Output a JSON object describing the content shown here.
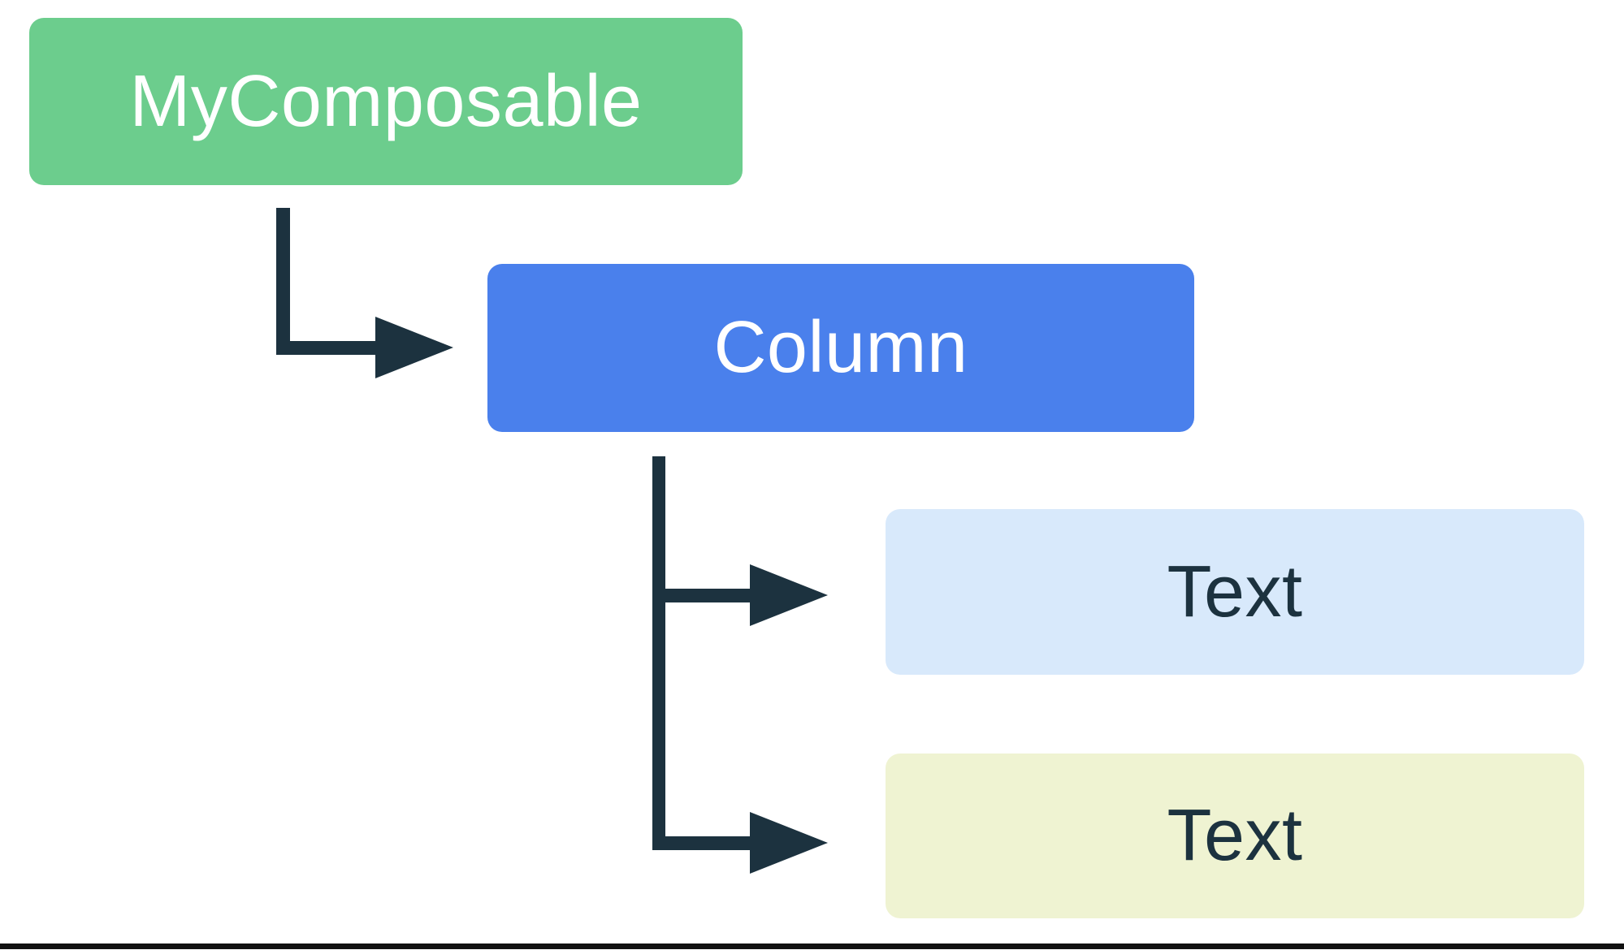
{
  "page": {
    "background": "#ffffff",
    "bottom_rule_color": "#111111"
  },
  "diagram": {
    "type": "tree",
    "connector_color": "#1c323f",
    "nodes": [
      {
        "id": "my-composable",
        "label": "MyComposable",
        "bg": "#6ccd8d",
        "text_color": "#ffffff"
      },
      {
        "id": "column",
        "label": "Column",
        "bg": "#4a80ec",
        "text_color": "#ffffff"
      },
      {
        "id": "text-1",
        "label": "Text",
        "bg": "#d8e9fb",
        "text_color": "#1c323f"
      },
      {
        "id": "text-2",
        "label": "Text",
        "bg": "#eff3d2",
        "text_color": "#1c323f"
      }
    ],
    "edges": [
      {
        "from": "my-composable",
        "to": "column"
      },
      {
        "from": "column",
        "to": "text-1"
      },
      {
        "from": "column",
        "to": "text-2"
      }
    ]
  }
}
